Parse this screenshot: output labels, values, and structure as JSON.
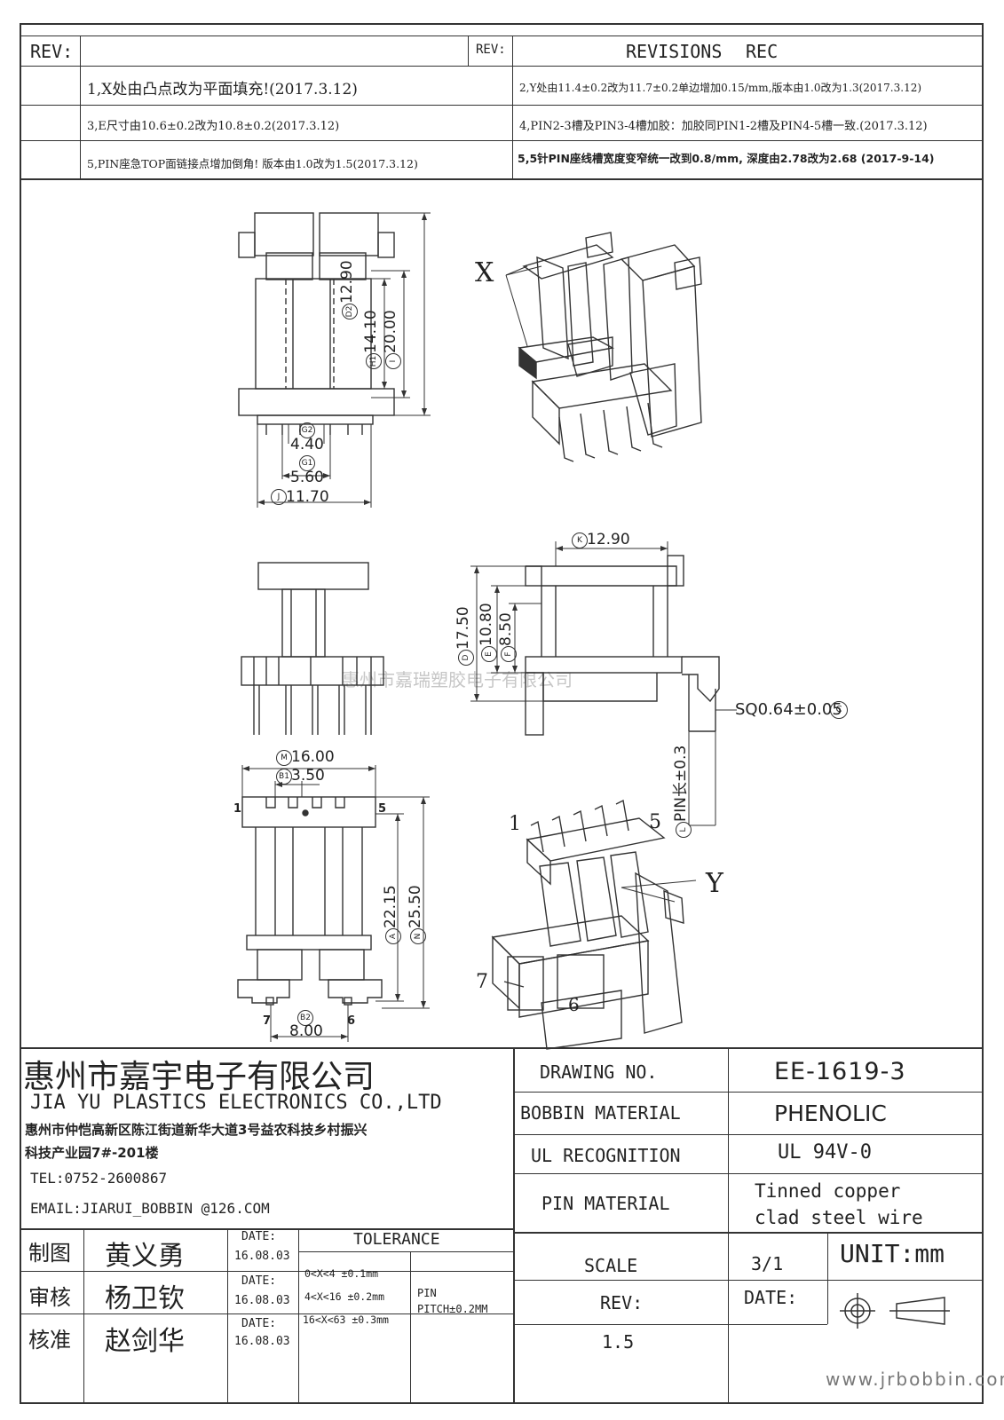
{
  "revisions": {
    "rev_label_left": "REV:",
    "rev_label_right": "REV:",
    "header_title": "REVISIONS",
    "header_rec": "REC",
    "items": [
      "1,X处由凸点改为平面填充!(2017.3.12)",
      "2,Y处由11.4±0.2改为11.7±0.2单边增加0.15/mm,版本由1.0改为1.3(2017.3.12)",
      "3,E尺寸由10.6±0.2改为10.8±0.2(2017.3.12)",
      "4,PIN2-3槽及PIN3-4槽加胶：加胶同PIN1-2槽及PIN4-5槽一致.(2017.3.12)",
      "5,PIN座急TOP面链接点增加倒角! 版本由1.0改为1.5(2017.3.12)",
      "5,5针PIN座线槽宽度变窄统一改到0.8/mm, 深度由2.78改为2.68 (2017-9-14)"
    ]
  },
  "drawing": {
    "dims_top": {
      "d2": "12.90",
      "h1": "14.10",
      "i": "20.00",
      "g2": "4.40",
      "g1": "5.60",
      "j": "11.70"
    },
    "dims_side": {
      "k": "12.90",
      "d": "17.50",
      "e": "10.80",
      "f": "8.50",
      "sq": "SQ0.64±0.05",
      "pin_len": "PIN长±0.3"
    },
    "dims_bottom": {
      "m": "16.00",
      "b1": "3.50",
      "a": "22.15",
      "n": "25.50",
      "b2": "8.00"
    },
    "circle_letters": {
      "d2": "D2",
      "h1": "H1",
      "i": "I",
      "g2": "G2",
      "g1": "G1",
      "j": "J",
      "k": "K",
      "d": "D",
      "e": "E",
      "f": "F",
      "c": "C",
      "l": "L",
      "m": "M",
      "b1": "B1",
      "a": "A",
      "n": "N",
      "b2": "B2"
    },
    "pin_numbers": {
      "p1": "1",
      "p5": "5",
      "p7": "7",
      "p6": "6",
      "iso1": "1",
      "iso5": "5",
      "iso7": "7",
      "iso6": "6"
    },
    "callouts": {
      "x": "X",
      "y": "Y"
    },
    "watermark_center": "惠州市嘉瑞塑胶电子有限公司",
    "watermark_website": "www.jrbobbin.com"
  },
  "title_block": {
    "company_cn": "惠州市嘉宇电子有限公司",
    "company_en": "JIA YU PLASTICS ELECTRONICS CO.,LTD",
    "address_line1": "惠州市仲恺高新区陈江街道新华大道3号益农科技乡村振兴",
    "address_line2": "科技产业园7#-201楼",
    "tel": "TEL:0752-2600867",
    "email": "EMAIL:JIARUI_BOBBIN @126.COM",
    "signoffs": [
      {
        "role": "制图",
        "name": "黄义勇",
        "date_label": "DATE:",
        "date": "16.08.03"
      },
      {
        "role": "审核",
        "name": "杨卫钦",
        "date_label": "DATE:",
        "date": "16.08.03"
      },
      {
        "role": "核准",
        "name": "赵剑华",
        "date_label": "DATE:",
        "date": "16.08.03"
      }
    ],
    "tolerance_title": "TOLERANCE",
    "tolerance_rows": [
      "0<X<4  ±0.1mm",
      "4<X<16 ±0.2mm",
      "16<X<63 ±0.3mm"
    ],
    "pin_pitch_label": "PIN",
    "pin_pitch_value": "PITCH±0.2MM",
    "drawing_no_label": "DRAWING  NO.",
    "drawing_no_value": "EE-1619-3",
    "bobbin_material_label": "BOBBIN  MATERIAL",
    "bobbin_material_value": "PHENOLIC",
    "ul_label": "UL RECOGNITION",
    "ul_value": "UL 94V-0",
    "pin_material_label": "PIN MATERIAL",
    "pin_material_line1": "Tinned copper",
    "pin_material_line2": "clad steel wire",
    "scale_label": "SCALE",
    "scale_value": "3/1",
    "unit": "UNIT:mm",
    "rev_label": "REV:",
    "rev_value": "1.5",
    "date_label": "DATE:"
  }
}
